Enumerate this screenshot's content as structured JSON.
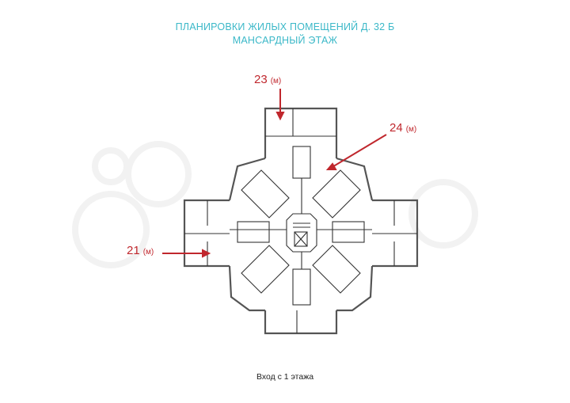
{
  "header": {
    "title_line1": "ПЛАНИРОВКИ  ЖИЛЫХ ПОМЕЩЕНИЙ  Д. 32 Б",
    "title_line2": "МАНСАРДНЫЙ  ЭТАЖ",
    "title_color": "#3bb8c8"
  },
  "units": [
    {
      "number": "23",
      "suffix": "(м)",
      "arrow_direction": "down"
    },
    {
      "number": "24",
      "suffix": "(м)",
      "arrow_direction": "down-left"
    },
    {
      "number": "21",
      "suffix": "(м)",
      "arrow_direction": "right"
    }
  ],
  "marker_color": "#c0272d",
  "footer": {
    "caption": "Вход с 1 этажа"
  },
  "plan": {
    "shape": "octagonal floor plan with four rectangular wings (N, S, E, W)",
    "center": "stairwell with elevator"
  }
}
